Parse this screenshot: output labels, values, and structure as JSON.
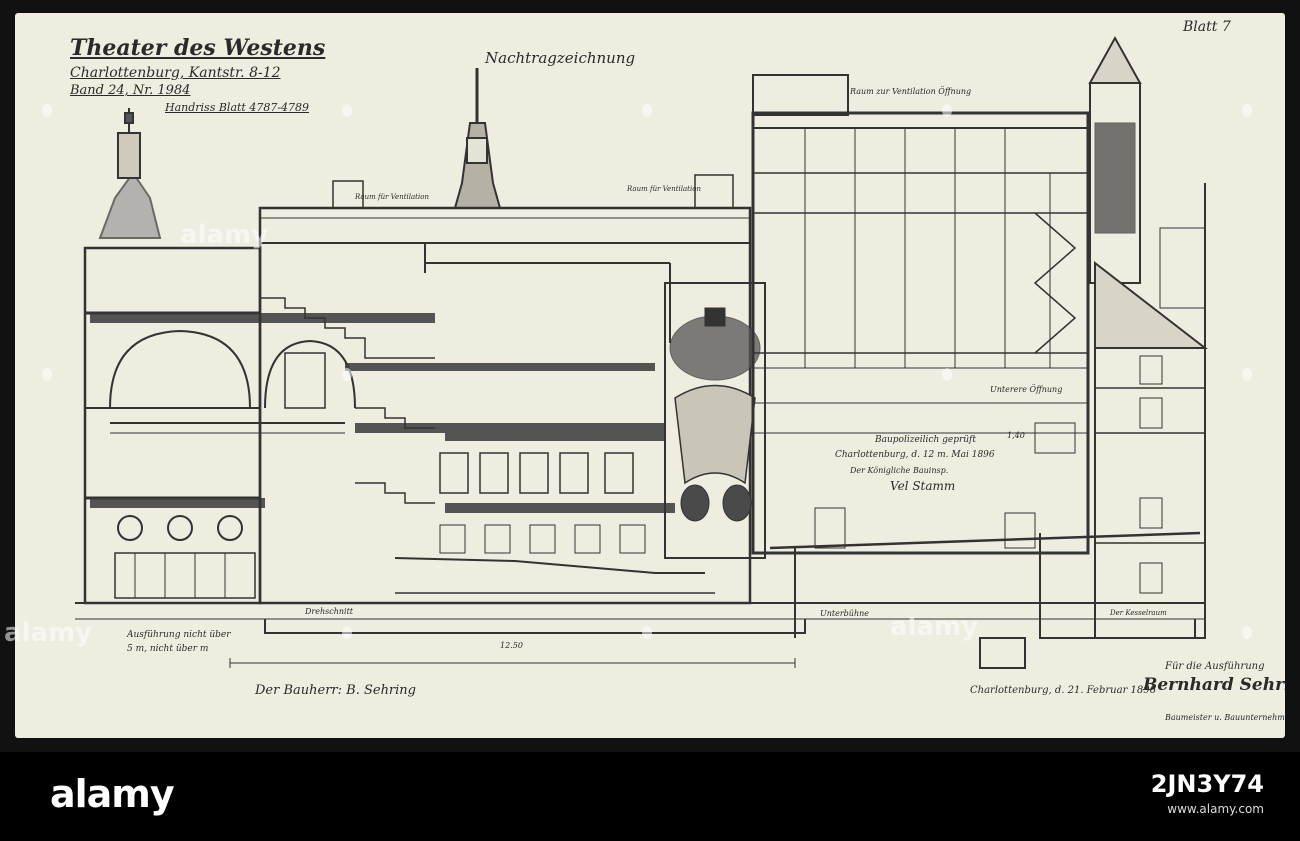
{
  "title_block": {
    "line1": "Theater des Westens",
    "line2": "Charlottenburg, Kantstr. 8-12",
    "line3": "Band 24, Nr. 1984",
    "line4": "Handriss Blatt 4787-4789"
  },
  "drawing_title": "Nachtragzeichnung",
  "sheet_number": "Blatt 7",
  "approval": {
    "line1": "Baupolizeilich geprüft",
    "line2": "Charlottenburg, d. 12 m. Mai 1896",
    "line3": "Der Königliche Bauinsp.",
    "signature": "Vel Stamm"
  },
  "builder_signature": "Der Bauherr: B. Sehring",
  "date_place": "Charlottenburg, d. 21. Februar 1896",
  "executor_label": "Für die Ausführung",
  "executor_signature": "Bernhard Sehring",
  "executor_title": "Baumeister u. Bauunternehmer",
  "margin_note": "Ausführung nicht über 5 m, nicht über m",
  "labels": {
    "ventilation_top": "Raum für Ventilation",
    "ventilation_mid": "Raum für Ventilation",
    "upper_opening": "Raum zur Ventilation Öffnung",
    "lower_opening": "Unterere Öffnung",
    "floor_left": "Drehschnitt",
    "floor_mid": "Unterbühne",
    "floor_right": "Der Kesselraum",
    "grade": "12.50",
    "dim_1": "1,40"
  },
  "watermark": "alamy",
  "bottom_bar": {
    "logo": "alamy",
    "image_id": "2JN3Y74",
    "meta": "www.alamy.com"
  },
  "colors": {
    "paper": "#efece0",
    "ink": "#2a2a2a",
    "frame": "#111111"
  }
}
